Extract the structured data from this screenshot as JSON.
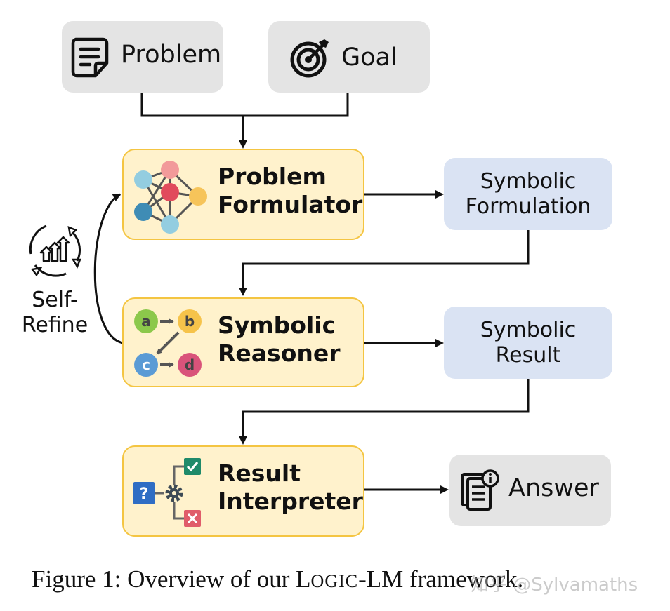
{
  "nodes": {
    "problem": "Problem",
    "goal": "Goal",
    "problem_formulator": [
      "Problem",
      "Formulator"
    ],
    "symbolic_formulation": [
      "Symbolic",
      "Formulation"
    ],
    "symbolic_reasoner": [
      "Symbolic",
      "Reasoner"
    ],
    "symbolic_result": [
      "Symbolic",
      "Result"
    ],
    "result_interpreter": [
      "Result",
      "Interpreter"
    ],
    "answer": "Answer",
    "self_refine": [
      "Self-",
      "Refine"
    ]
  },
  "reasoner_letters": [
    "a",
    "b",
    "c",
    "d"
  ],
  "caption": {
    "prefix": "Figure 1: Overview of our L",
    "smallcaps": "OGIC",
    "suffix": "-LM framework."
  },
  "watermark": "知乎 @Sylvamaths",
  "colors": {
    "gray_box": "#e4e4e4",
    "blue_box": "#dae3f3",
    "yellow_box": "#fff2cc",
    "yellow_border": "#f4c542"
  }
}
